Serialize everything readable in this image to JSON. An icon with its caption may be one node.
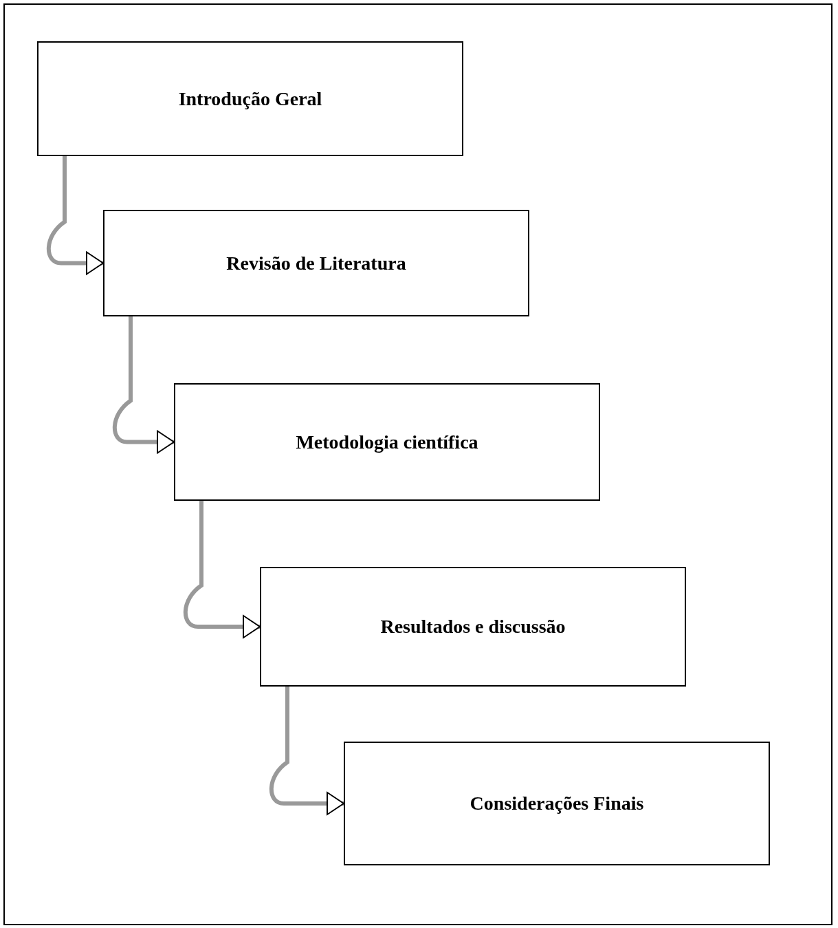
{
  "diagram": {
    "nodes": [
      {
        "text": [
          "Introdução Geral"
        ]
      },
      {
        "text": [
          "Revisão de Literatura"
        ]
      },
      {
        "text": [
          "Metodologia científica"
        ]
      },
      {
        "text": [
          "Resultados e discussão"
        ]
      },
      {
        "text": [
          "Considerações Finais"
        ]
      }
    ],
    "edges": [
      {
        "from": 0,
        "to": 1,
        "arrow": "to"
      },
      {
        "from": 1,
        "to": 2,
        "arrow": "to"
      },
      {
        "from": 2,
        "to": 3,
        "arrow": "to"
      },
      {
        "from": 3,
        "to": 4,
        "arrow": "to"
      }
    ]
  }
}
